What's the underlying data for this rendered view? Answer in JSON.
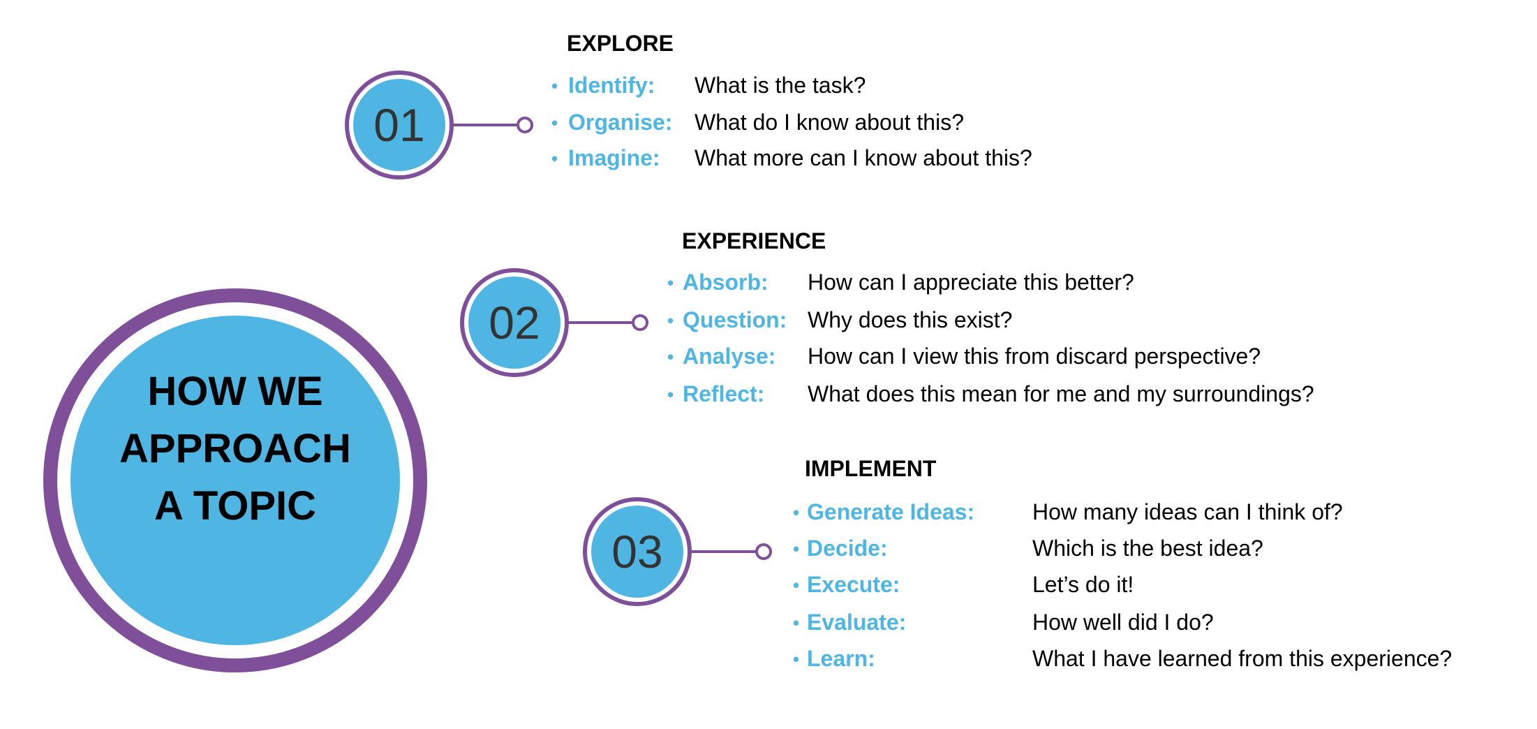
{
  "colors": {
    "purple": "#7f4f9a",
    "blue": "#4fb6e3"
  },
  "center": {
    "lines": [
      "HOW WE",
      "APPROACH",
      "A TOPIC"
    ]
  },
  "steps": [
    {
      "number": "01",
      "heading": "EXPLORE",
      "items": [
        {
          "label": "Identify:",
          "answer": "What is the task?"
        },
        {
          "label": "Organise:",
          "answer": "What do I know about this?"
        },
        {
          "label": "Imagine:",
          "answer": "What more can I know about this?"
        }
      ]
    },
    {
      "number": "02",
      "heading": "EXPERIENCE",
      "items": [
        {
          "label": "Absorb:",
          "answer": "How can I appreciate this better?"
        },
        {
          "label": "Question:",
          "answer": "Why does this exist?"
        },
        {
          "label": "Analyse:",
          "answer": "How can I view this from discard perspective?"
        },
        {
          "label": "Reflect:",
          "answer": "What does this mean for me and my surroundings?"
        }
      ]
    },
    {
      "number": "03",
      "heading": "IMPLEMENT",
      "items": [
        {
          "label": "Generate Ideas:",
          "answer": "How many ideas can I think of?"
        },
        {
          "label": "Decide:",
          "answer": "Which is the best idea?"
        },
        {
          "label": "Execute:",
          "answer": "Let’s do it!"
        },
        {
          "label": "Evaluate:",
          "answer": "How well did I do?"
        },
        {
          "label": "Learn:",
          "answer": "What I have learned from this experience?"
        }
      ]
    }
  ]
}
